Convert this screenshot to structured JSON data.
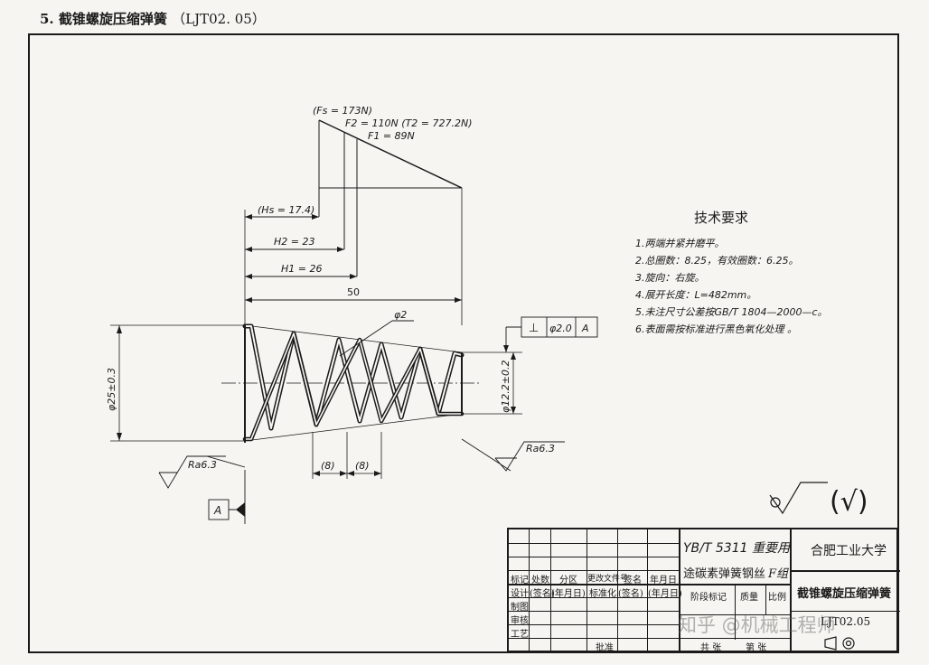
{
  "heading": {
    "number": "5.",
    "title": "截锥螺旋压缩弹簧",
    "code": "（LJT02. 05）"
  },
  "diagram": {
    "force_labels": {
      "fs": "(Fs = 173N)",
      "f2": "F2 = 110N (T2 = 727.2N)",
      "f1": "F1 = 89N"
    },
    "height_labels": {
      "hs": "(Hs = 17.4)",
      "h2": "H2 = 23",
      "h1": "H1 = 26",
      "free_length": "50"
    },
    "wire_diameter": "φ2",
    "large_diameter": "φ25±0.3",
    "small_diameter": "φ12.2±0.2",
    "pitch_1": "(8)",
    "pitch_2": "(8)",
    "roughness_left": "Ra6.3",
    "roughness_right": "Ra6.3",
    "datum": "A",
    "tolerance_frame": {
      "symbol": "⊥",
      "value": "φ2.0",
      "datum": "A"
    },
    "remaining_surface": "(√)"
  },
  "tech_notes": {
    "title": "技术要求",
    "items": [
      "1.两端并紧并磨平。",
      "2.总圈数：8.25，有效圈数：6.25。",
      "3.旋向：右旋。",
      "4.展开长度：L=482mm。",
      "5.未注尺寸公差按GB/T 1804—2000—c。",
      "6.表面需按标准进行黑色氧化处理 。"
    ]
  },
  "title_block": {
    "material_line1": "YB/T 5311 重要用",
    "material_line2": "途碳素弹簧钢丝",
    "material_grade": "F组",
    "school": "合肥工业大学",
    "part_name": "截锥螺旋压缩弹簧",
    "drawing_no": "LJT02.05",
    "row_labels": [
      "标记",
      "处数",
      "分区",
      "更改文件号",
      "签名",
      "年月日"
    ],
    "design_row": [
      "设计",
      "(签名)",
      "(年月日)",
      "标准化",
      "(签名)",
      "(年月日)"
    ],
    "stage_mark": "阶段标记",
    "mass": "质量",
    "scale": "比例",
    "drawn": "制图",
    "checked": "审核",
    "process": "工艺",
    "approved": "批准",
    "total_sheets": "共  张",
    "sheet_no": "第  张"
  },
  "watermark": "知乎 @机械工程师"
}
